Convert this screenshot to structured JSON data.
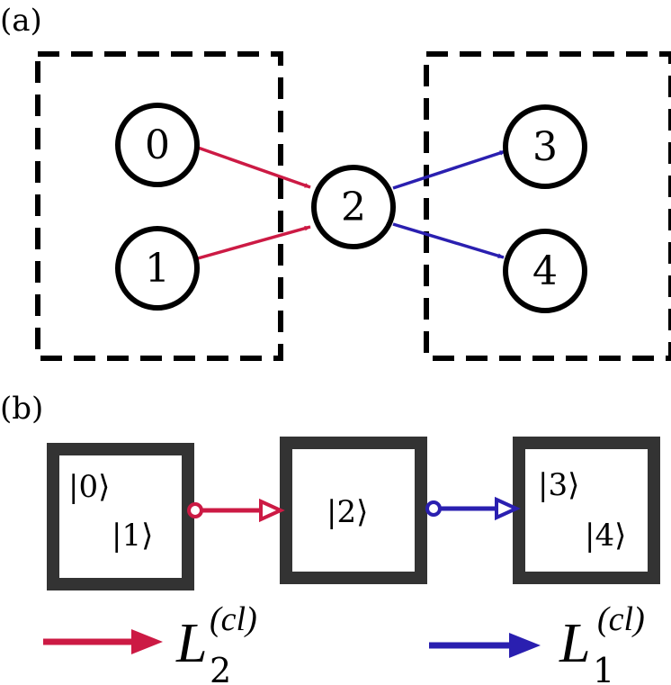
{
  "panel_a": {
    "label": "(a)",
    "nodes": [
      {
        "id": "n0",
        "label": "0"
      },
      {
        "id": "n1",
        "label": "1"
      },
      {
        "id": "n2",
        "label": "2"
      },
      {
        "id": "n3",
        "label": "3"
      },
      {
        "id": "n4",
        "label": "4"
      }
    ],
    "edges": [
      {
        "from": "0",
        "to": "2",
        "color": "#cc1a44"
      },
      {
        "from": "1",
        "to": "2",
        "color": "#cc1a44"
      },
      {
        "from": "2",
        "to": "3",
        "color": "#2a1fb0"
      },
      {
        "from": "2",
        "to": "4",
        "color": "#2a1fb0"
      }
    ]
  },
  "panel_b": {
    "label": "(b)",
    "box_left": {
      "ket_top": "|0⟩",
      "ket_bottom": "|1⟩"
    },
    "box_middle": {
      "ket": "|2⟩"
    },
    "box_right": {
      "ket_top": "|3⟩",
      "ket_bottom": "|4⟩"
    }
  },
  "legend": {
    "red": {
      "symbol": "L",
      "subscript": "2",
      "superscript": "(cl)",
      "color": "#cc1a44"
    },
    "blue": {
      "symbol": "L",
      "subscript": "1",
      "superscript": "(cl)",
      "color": "#2a1fb0"
    }
  }
}
